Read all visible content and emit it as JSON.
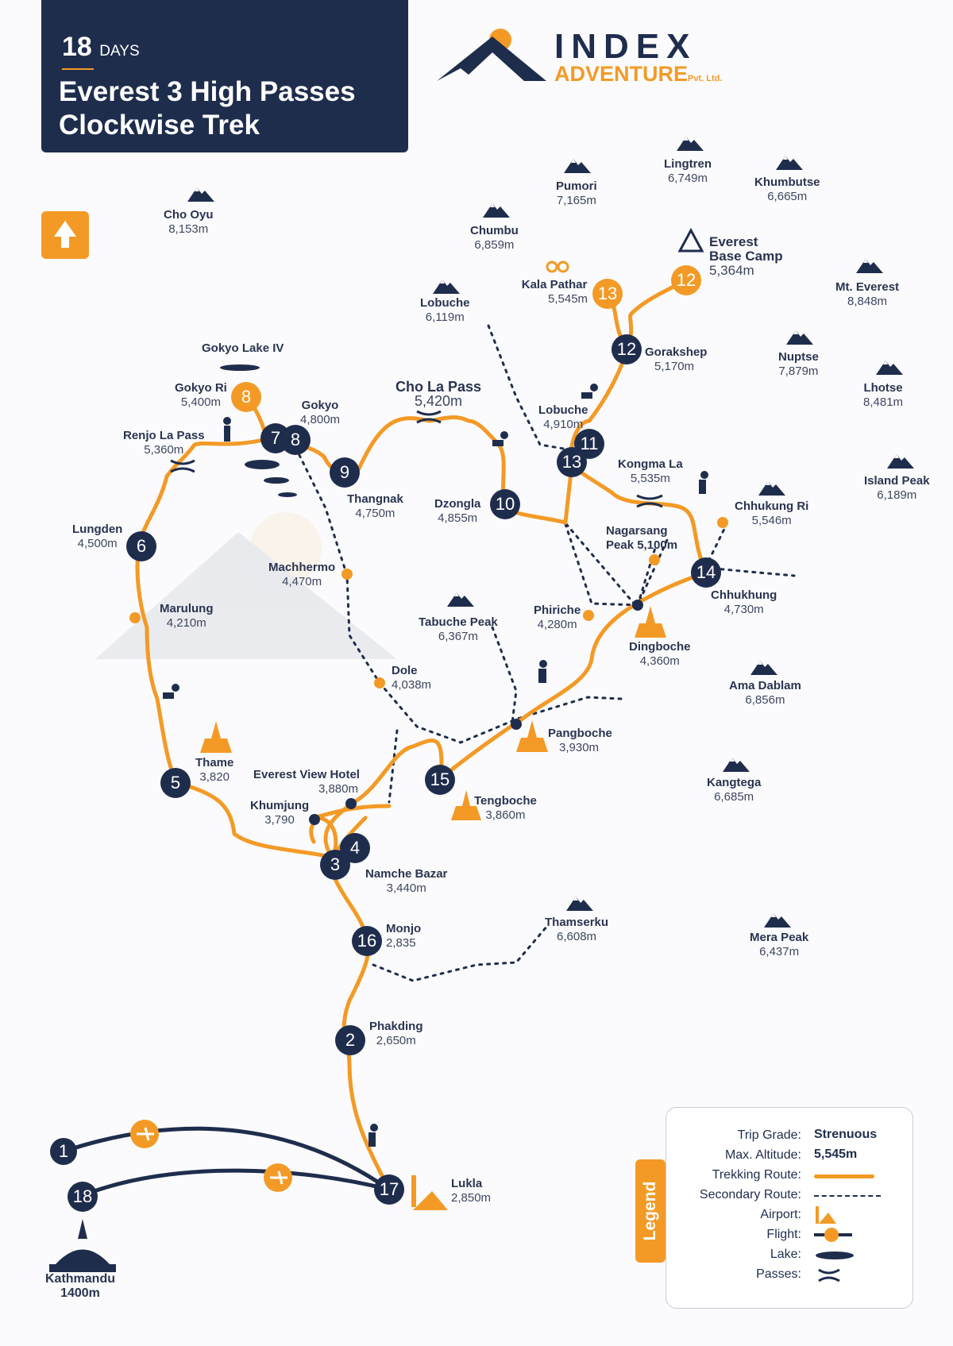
{
  "header": {
    "days_number": "18",
    "days_label": "DAYS",
    "title_line1": "Everest 3 High Passes",
    "title_line2": "Clockwise Trek"
  },
  "logo": {
    "word1": "INDEX",
    "word2": "ADVENTURE",
    "suffix": "Pvt. Ltd."
  },
  "peaks": [
    {
      "name": "Cho Oyu",
      "alt": "8,153m"
    },
    {
      "name": "Chumbu",
      "alt": "6,859m"
    },
    {
      "name": "Pumori",
      "alt": "7,165m"
    },
    {
      "name": "Lingtren",
      "alt": "6,749m"
    },
    {
      "name": "Khumbutse",
      "alt": "6,665m"
    },
    {
      "name": "Lobuche",
      "alt": "6,119m"
    },
    {
      "name": "Mt. Everest",
      "alt": "8,848m"
    },
    {
      "name": "Nuptse",
      "alt": "7,879m"
    },
    {
      "name": "Lhotse",
      "alt": "8,481m"
    },
    {
      "name": "Island Peak",
      "alt": "6,189m"
    },
    {
      "name": "Chhukung Ri",
      "alt": "5,546m"
    },
    {
      "name": "Tabuche Peak",
      "alt": "6,367m"
    },
    {
      "name": "Ama Dablam",
      "alt": "6,856m"
    },
    {
      "name": "Kangtega",
      "alt": "6,685m"
    },
    {
      "name": "Thamserku",
      "alt": "6,608m"
    },
    {
      "name": "Mera Peak",
      "alt": "6,437m"
    }
  ],
  "places": [
    {
      "name": "Everest",
      "name2": "Base Camp",
      "alt": "5,364m"
    },
    {
      "name": "Kala Pathar",
      "alt": "5,545m"
    },
    {
      "name": "Gorakshep",
      "alt": "5,170m"
    },
    {
      "name": "Lobuche",
      "alt": "4,910m"
    },
    {
      "name": "Kongma La",
      "alt": "5,535m"
    },
    {
      "name": "Gokyo Lake IV",
      "alt": ""
    },
    {
      "name": "Gokyo Ri",
      "alt": "5,400m"
    },
    {
      "name": "Gokyo",
      "alt": "4,800m"
    },
    {
      "name": "Cho La Pass",
      "alt": "5,420m"
    },
    {
      "name": "Renjo La Pass",
      "alt": "5,360m"
    },
    {
      "name": "Thangnak",
      "alt": "4,750m"
    },
    {
      "name": "Dzongla",
      "alt": "4,855m"
    },
    {
      "name": "Nagarsang",
      "name2": "Peak 5,100m",
      "alt": ""
    },
    {
      "name": "Lungden",
      "alt": "4,500m"
    },
    {
      "name": "Machhermo",
      "alt": "4,470m"
    },
    {
      "name": "Chhukhung",
      "alt": "4,730m"
    },
    {
      "name": "Marulung",
      "alt": "4,210m"
    },
    {
      "name": "Phiriche",
      "alt": "4,280m"
    },
    {
      "name": "Dingboche",
      "alt": "4,360m"
    },
    {
      "name": "Dole",
      "alt": "4,038m"
    },
    {
      "name": "Pangboche",
      "alt": "3,930m"
    },
    {
      "name": "Thame",
      "alt": "3,820"
    },
    {
      "name": "Everest View Hotel",
      "alt": "3,880m"
    },
    {
      "name": "Khumjung",
      "alt": "3,790"
    },
    {
      "name": "Tengboche",
      "alt": "3,860m"
    },
    {
      "name": "Namche Bazar",
      "alt": "3,440m"
    },
    {
      "name": "Monjo",
      "alt": "2,835"
    },
    {
      "name": "Phakding",
      "alt": "2,650m"
    },
    {
      "name": "Lukla",
      "alt": "2,850m"
    },
    {
      "name": "Kathmandu",
      "alt": "1400m"
    }
  ],
  "stops": [
    "1",
    "2",
    "3",
    "4",
    "5",
    "6",
    "7",
    "8",
    "9",
    "10",
    "11",
    "12",
    "13",
    "14",
    "15",
    "16",
    "17",
    "18",
    "12",
    "13",
    "8"
  ],
  "legend": {
    "tab": "Legend",
    "trip_grade_label": "Trip Grade:",
    "trip_grade_value": "Strenuous",
    "max_alt_label": "Max. Altitude:",
    "max_alt_value": "5,545m",
    "trekking_label": "Trekking Route:",
    "secondary_label": "Secondary Route:",
    "airport_label": "Airport:",
    "flight_label": "Flight:",
    "lake_label": "Lake:",
    "passes_label": "Passes:"
  },
  "colors": {
    "navy": "#1f2d4d",
    "orange": "#f39a26"
  },
  "icons": [
    "mountain-icon",
    "tent-icon",
    "binoculars-icon",
    "hiker-icon",
    "stupa-icon",
    "airport-icon",
    "plane-icon",
    "lake-icon",
    "pass-icon",
    "arrow-up-icon"
  ]
}
